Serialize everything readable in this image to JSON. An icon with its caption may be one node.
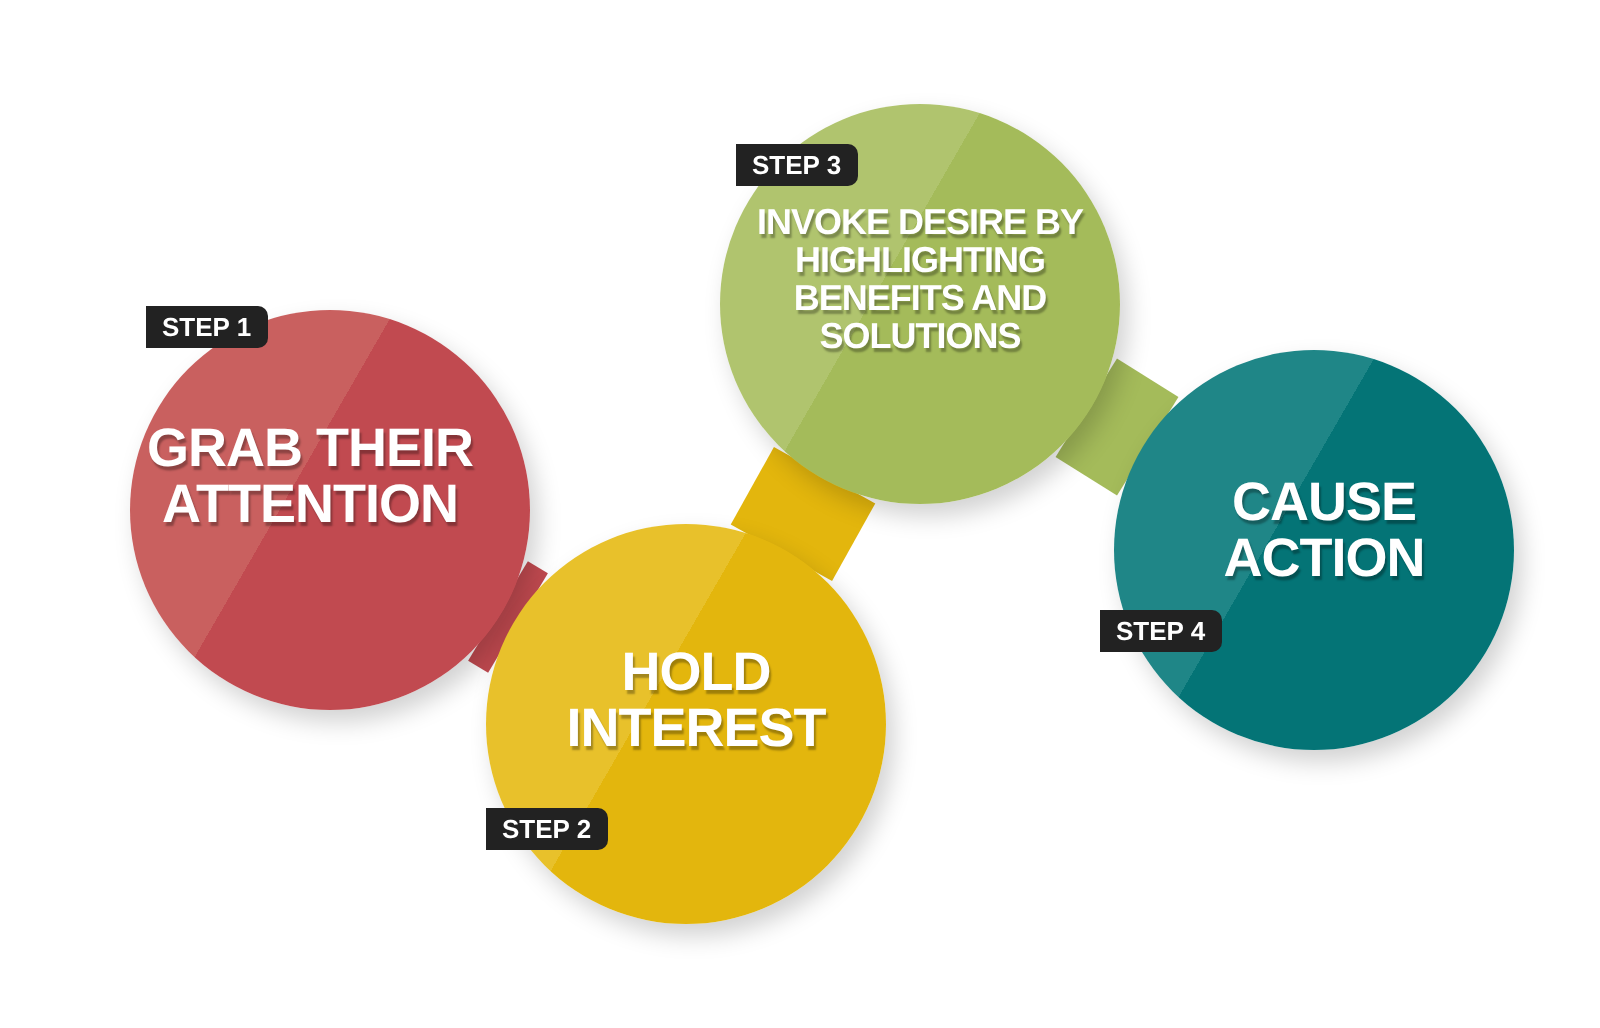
{
  "diagram": {
    "nodes": [
      {
        "text": [
          "STEP 1",
          "GRAB THEIR ATTENTION"
        ]
      },
      {
        "text": [
          "HOLD INTEREST",
          "STEP 2"
        ]
      },
      {
        "text": [
          "STEP 3",
          "INVOKE DESIRE BY HIGHLIGHTING BENEFITS AND SOLUTIONS"
        ]
      },
      {
        "text": [
          "CAUSE ACTION",
          "STEP 4"
        ]
      }
    ],
    "edges": [
      {
        "from": 0,
        "to": 1,
        "arrow": "none",
        "color": "#c14a50"
      },
      {
        "from": 1,
        "to": 2,
        "arrow": "none",
        "color": "#e3b60d"
      },
      {
        "from": 2,
        "to": 3,
        "arrow": "none",
        "color": "#a4bb5a"
      }
    ]
  }
}
